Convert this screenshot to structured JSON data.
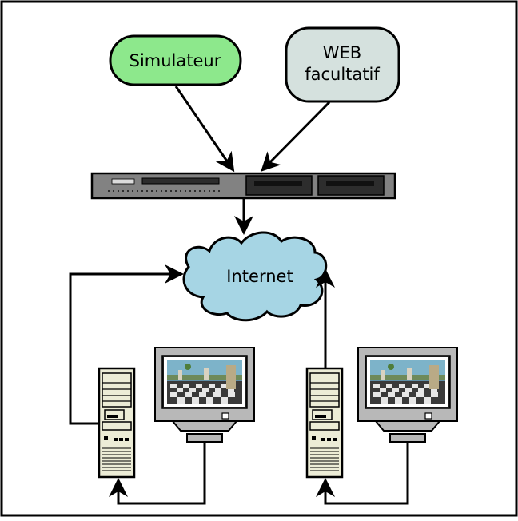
{
  "nodes": {
    "simulateur": {
      "label": "Simulateur",
      "fill": "#8de88c"
    },
    "web": {
      "line1": "WEB",
      "line2": "facultatif",
      "fill": "#d5e1de"
    },
    "internet": {
      "label": "Internet",
      "fill": "#a6d5e4"
    },
    "server": {
      "body": "#828282",
      "panel": "#2d2d2d"
    }
  },
  "colors": {
    "frame": "#000000",
    "arrow": "#000000",
    "tower": "#ececd6",
    "monitor": "#b8b8b8"
  },
  "icons": [
    "server-rack-icon",
    "internet-cloud-icon",
    "pc-tower-icon",
    "crt-monitor-icon"
  ]
}
